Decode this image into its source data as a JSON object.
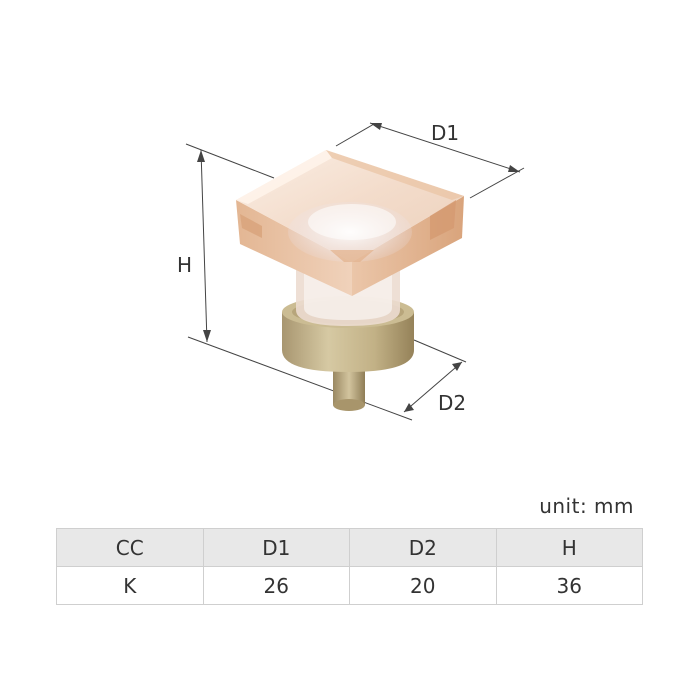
{
  "dimensions": {
    "d1_label": "D1",
    "d2_label": "D2",
    "h_label": "H"
  },
  "unit_label": "unit: mm",
  "table": {
    "headers": [
      "CC",
      "D1",
      "D2",
      "H"
    ],
    "rows": [
      [
        "K",
        "26",
        "20",
        "36"
      ]
    ]
  },
  "colors": {
    "glass_light": "#f6e3d4",
    "glass_amber": "#e4b48f",
    "brass": "#c4b48a",
    "brass_dark": "#9e8c62",
    "dimension_line": "#444444"
  }
}
